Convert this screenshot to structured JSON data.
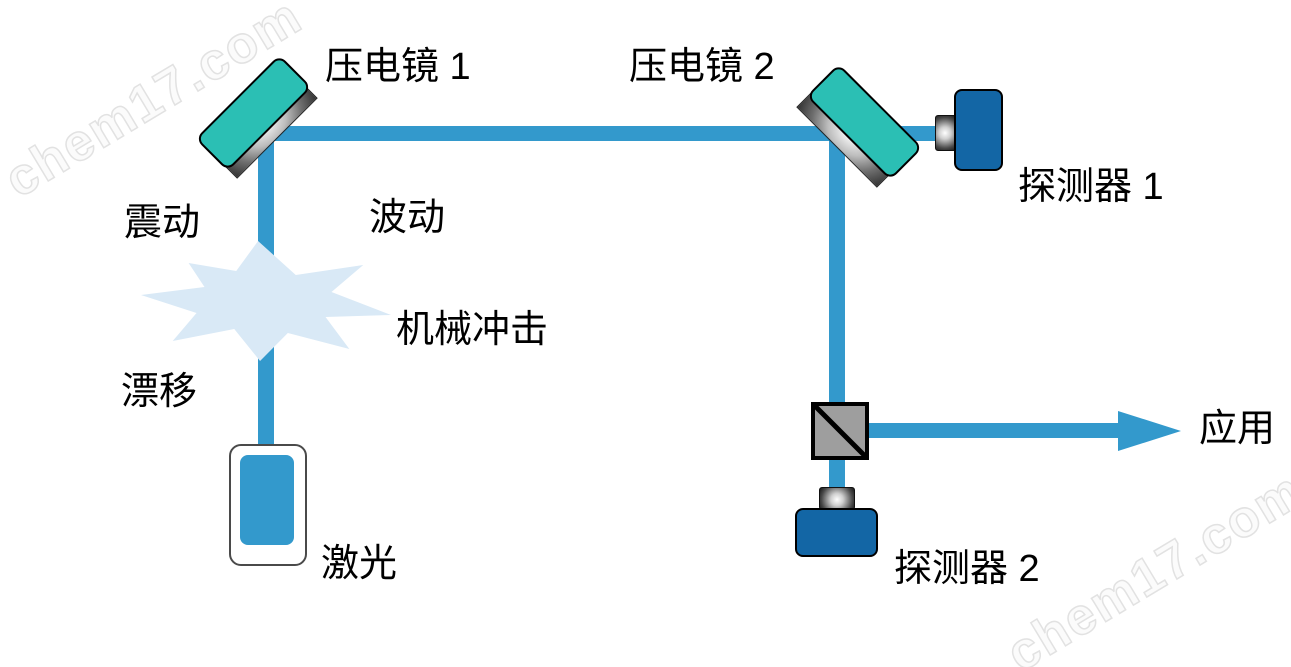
{
  "diagram": {
    "labels": {
      "piezo_mirror_1": "压电镜 1",
      "piezo_mirror_2": "压电镜 2",
      "detector_1": "探测器 1",
      "detector_2": "探测器 2",
      "laser": "激光",
      "application": "应用",
      "vibration": "震动",
      "fluctuation": "波动",
      "mechanical_shock": "机械冲击",
      "drift": "漂移"
    },
    "watermark": {
      "text": "chem17.com"
    },
    "colors": {
      "beam": "#3399CC",
      "mirror": "#2BBFB4",
      "detector": "#1366A5",
      "beamsplitter": "#9E9E9E",
      "disturbance": "#D9E9F6",
      "label_text": "#000000"
    }
  }
}
